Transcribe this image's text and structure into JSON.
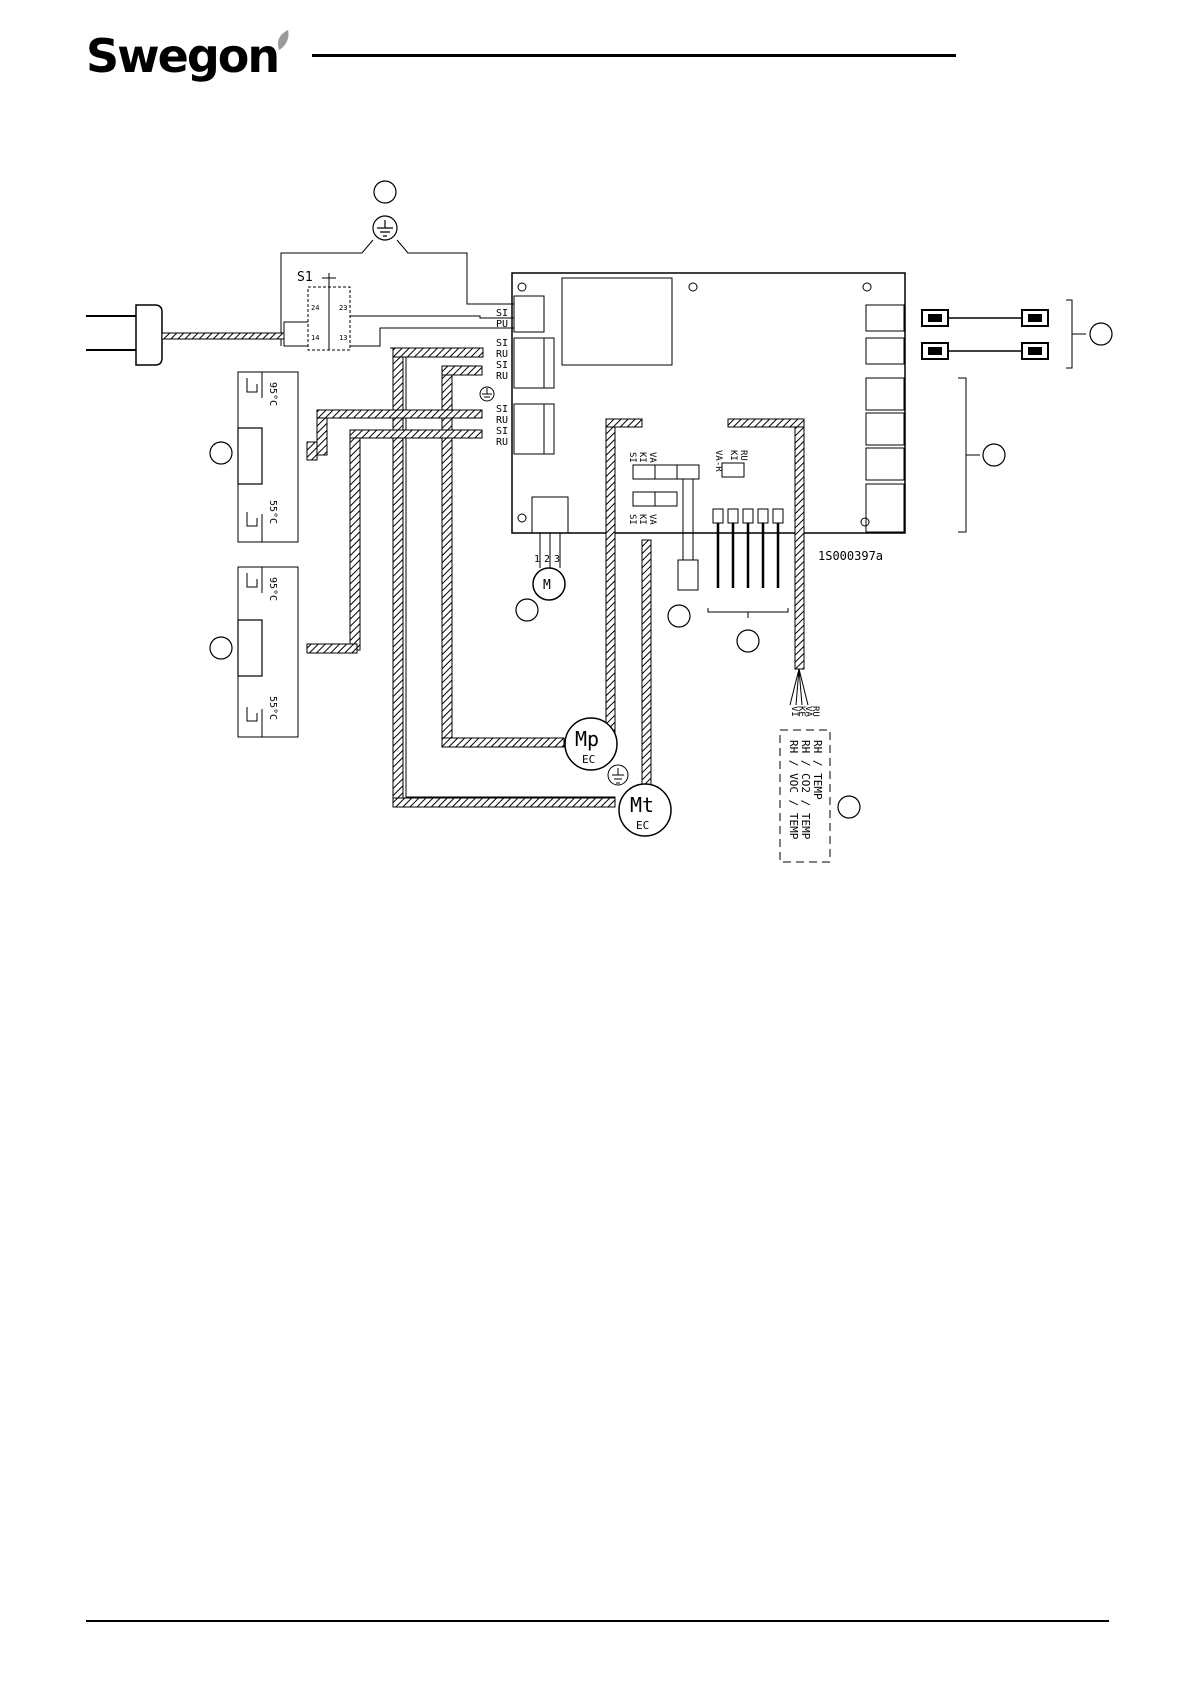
{
  "brand": {
    "name": "Swegon",
    "leaf_color": "#9a9a9a"
  },
  "diagram": {
    "doc_number": "1S000397a",
    "switch_label": "S1",
    "switch_contacts": [
      "24",
      "23",
      "14",
      "13"
    ],
    "mains_terminals": [
      "SI",
      "PU"
    ],
    "fan_terminals": [
      "SI",
      "RU",
      "SI",
      "RU"
    ],
    "heater_terminals": [
      "SI",
      "RU",
      "SI",
      "RU"
    ],
    "signal_terminals_a": [
      "SI",
      "KI",
      "VA"
    ],
    "signal_terminals_b": [
      "SI",
      "KI",
      "VA"
    ],
    "signal_terminals_c": [
      "VA-R",
      "KI",
      "RU"
    ],
    "thermostat_top": "95°C",
    "thermostat_bottom": "55°C",
    "damper_motor": "M",
    "damper_pins": [
      "1",
      "2",
      "3"
    ],
    "motor_supply": {
      "symbol": "Mp",
      "type": "EC"
    },
    "motor_extract": {
      "symbol": "Mt",
      "type": "EC"
    },
    "sensor_wires": [
      "RU",
      "VA",
      "KE",
      "VI"
    ],
    "sensor_lines": [
      "RH / TEMP",
      "RH / CO2 / TEMP",
      "RH / VOC / TEMP"
    ]
  }
}
